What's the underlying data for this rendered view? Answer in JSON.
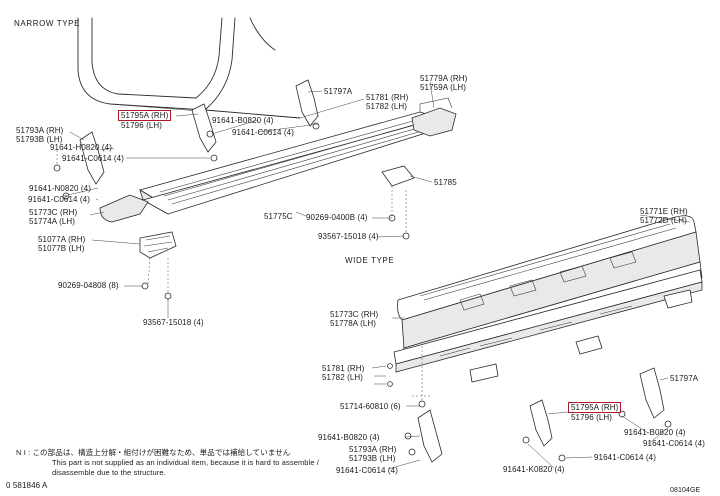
{
  "sections": {
    "narrow": "NARROW TYPE",
    "wide": "WIDE TYPE"
  },
  "labels": {
    "l51795a_1": "51795A (RH)",
    "l51796_1": "51796 (LH)",
    "l51793": [
      "51793A (RH)",
      "51793B (LH)"
    ],
    "l91641_b0820_a": "91641-B0820 (4)",
    "l91641_c0614_a": "91641-C0614 (4)",
    "l91641_h0820_a": "91641-H0820 (4)",
    "l91641_c0614_b": "91641-C0614 (4)",
    "l91641_n0820": "91641-N0820 (4)",
    "l91641_c0614_c": "91641-C0614 (4)",
    "l51773c_1": [
      "51773C (RH)",
      "51774A (LH)"
    ],
    "l51077": [
      "51077A (RH)",
      "51077B (LH)"
    ],
    "l90269_04808": "90269-04808 (8)",
    "l93567_a": "93567-15018 (4)",
    "l51797a_1": "51797A",
    "l51781_1": [
      "51781 (RH)",
      "51782 (LH)"
    ],
    "l51779": [
      "51779A (RH)",
      "51759A (LH)"
    ],
    "l51785": "51785",
    "l51775c": "51775C",
    "l90269_04008": "90269-0400B (4)",
    "l93567_b": "93567-15018 (4)",
    "l51771": [
      "51771E (RH)",
      "51772D (LH)"
    ],
    "l51773c_2": [
      "51773C (RH)",
      "51778A (LH)"
    ],
    "l51781_2": [
      "51781 (RH)",
      "51782 (LH)"
    ],
    "l51714": "51714-60810 (6)",
    "l91641_b0820_b": "91641-B0820 (4)",
    "l51793_2": [
      "51793A (RH)",
      "51793B (LH)"
    ],
    "l91641_c0614_d": "91641-C0614 (4)",
    "l51797a_2": "51797A",
    "l51795a_2": "51795A (RH)",
    "l51796_2": "51796 (LH)",
    "l91641_b0820_c": "91641-B0820 (4)",
    "l91641_c0614_e": "91641-C0614 (4)",
    "l91641_k0820": "91641-K0820 (4)",
    "l91641_c0614_f": "91641-C0614 (4)"
  },
  "note": {
    "prefix": "N I :",
    "line1": "この部品は、構造上分解・組付けが困難なため、単品では補給していません",
    "line2": "This part is not supplied as an individual item, because it is hard to assemble /",
    "line3": "disassemble due to the structure."
  },
  "footer": {
    "left": "0 581846 A",
    "right": "08104GE"
  },
  "colors": {
    "highlight": "#b0182a",
    "line": "#2a2a2a"
  }
}
